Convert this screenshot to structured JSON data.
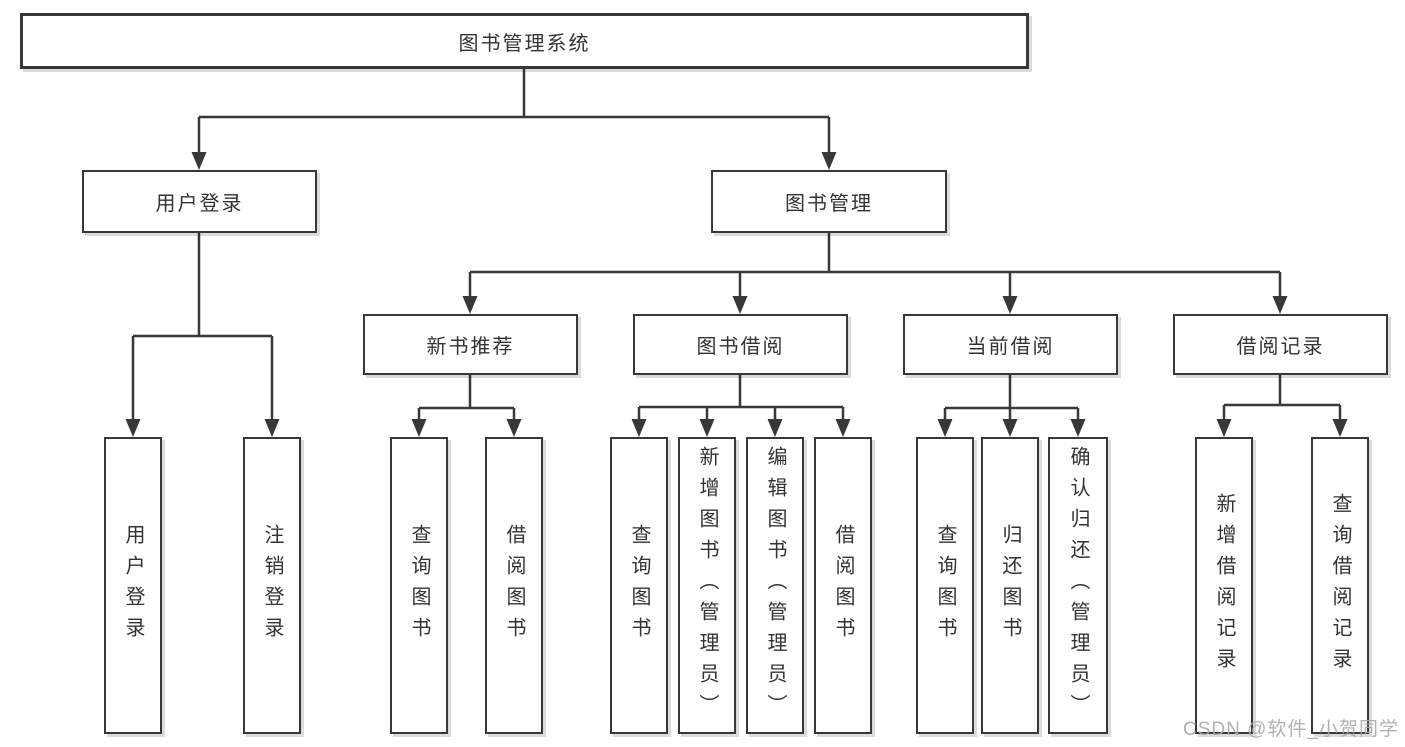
{
  "diagram": {
    "root": {
      "label": "图书管理系统",
      "children": [
        {
          "label": "用户登录",
          "children": [
            {
              "label": "用户登录"
            },
            {
              "label": "注销登录"
            }
          ]
        },
        {
          "label": "图书管理",
          "children": [
            {
              "label": "新书推荐",
              "children": [
                {
                  "label": "查询图书"
                },
                {
                  "label": "借阅图书"
                }
              ]
            },
            {
              "label": "图书借阅",
              "children": [
                {
                  "label": "查询图书"
                },
                {
                  "label": "新增图书（管理员）"
                },
                {
                  "label": "编辑图书（管理员）"
                },
                {
                  "label": "借阅图书"
                }
              ]
            },
            {
              "label": "当前借阅",
              "children": [
                {
                  "label": "查询图书"
                },
                {
                  "label": "归还图书"
                },
                {
                  "label": "确认归还（管理员）"
                }
              ]
            },
            {
              "label": "借阅记录",
              "children": [
                {
                  "label": "新增借阅记录"
                },
                {
                  "label": "查询借阅记录"
                }
              ]
            }
          ]
        }
      ]
    }
  },
  "watermark": {
    "text": "CSDN @软件_小贺同学"
  },
  "colors": {
    "line": "#383838",
    "text": "#333333",
    "box_background": "#ffffff",
    "watermark": "#a8a8a8"
  }
}
